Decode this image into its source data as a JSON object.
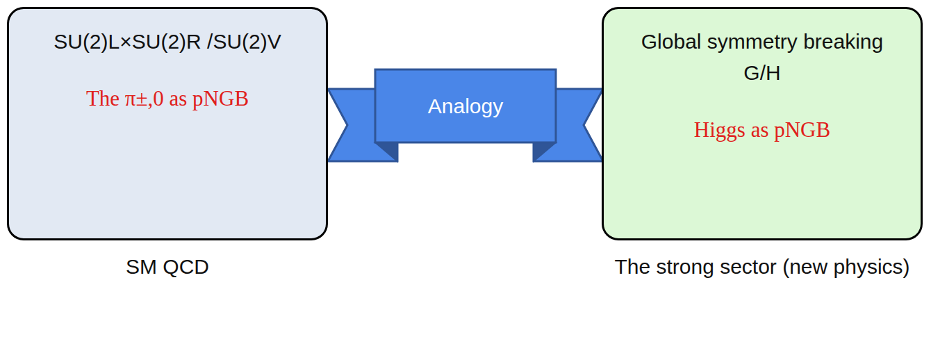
{
  "diagram": {
    "nodes": [
      {
        "text": [
          "SU(2)L×SU(2)R /SU(2)V",
          "The π±,0 as pNGB",
          "SM QCD"
        ]
      },
      {
        "text": [
          "Analogy"
        ]
      },
      {
        "text": [
          "Global symmetry breaking G/H",
          "Higgs as pNGB",
          "The strong sector (new physics)"
        ]
      }
    ]
  }
}
